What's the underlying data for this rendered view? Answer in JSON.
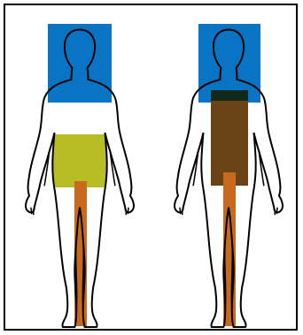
{
  "figures": [
    {
      "name": "figure-left",
      "regions": [
        {
          "name": "head-region",
          "color": "#0a74c4"
        },
        {
          "name": "torso-region",
          "color": "#b7bd25"
        },
        {
          "name": "leg-band",
          "color": "#c76a1d"
        }
      ]
    },
    {
      "name": "figure-right",
      "regions": [
        {
          "name": "head-region",
          "color": "#0a74c4"
        },
        {
          "name": "chest-band",
          "color": "#0f2a1a"
        },
        {
          "name": "torso-region",
          "color": "#6a4416"
        },
        {
          "name": "leg-band",
          "color": "#c76a1d"
        }
      ]
    }
  ],
  "outline_color": "#000000",
  "body_fill": "#ffffff"
}
